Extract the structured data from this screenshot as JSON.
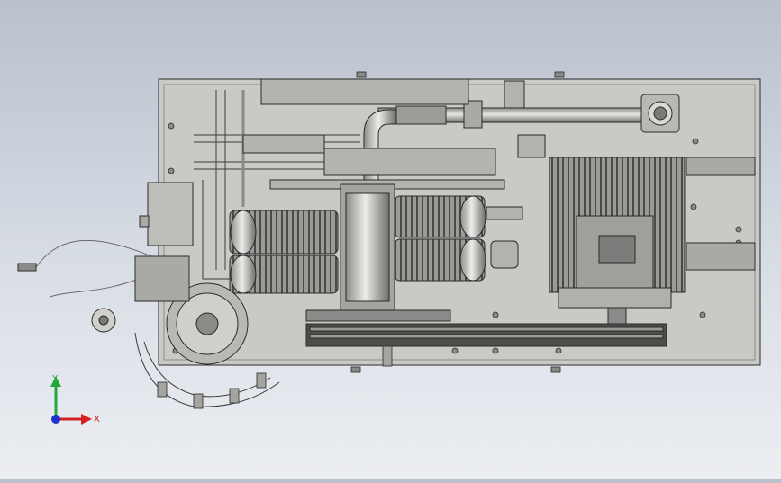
{
  "scene": {
    "model_name": "",
    "view": "top"
  },
  "triad": {
    "x_label": "X",
    "y_label": "Y",
    "colors": {
      "x": "#d42020",
      "y": "#22a83a",
      "z": "#2030c8"
    }
  },
  "colors": {
    "background_top": "#b9c1cd",
    "background_bottom": "#eceef2",
    "plate": "#c9c9c6",
    "metal": "#a9a9a6",
    "metal_dark": "#6d6d6a",
    "line": "#2a2a2a"
  }
}
